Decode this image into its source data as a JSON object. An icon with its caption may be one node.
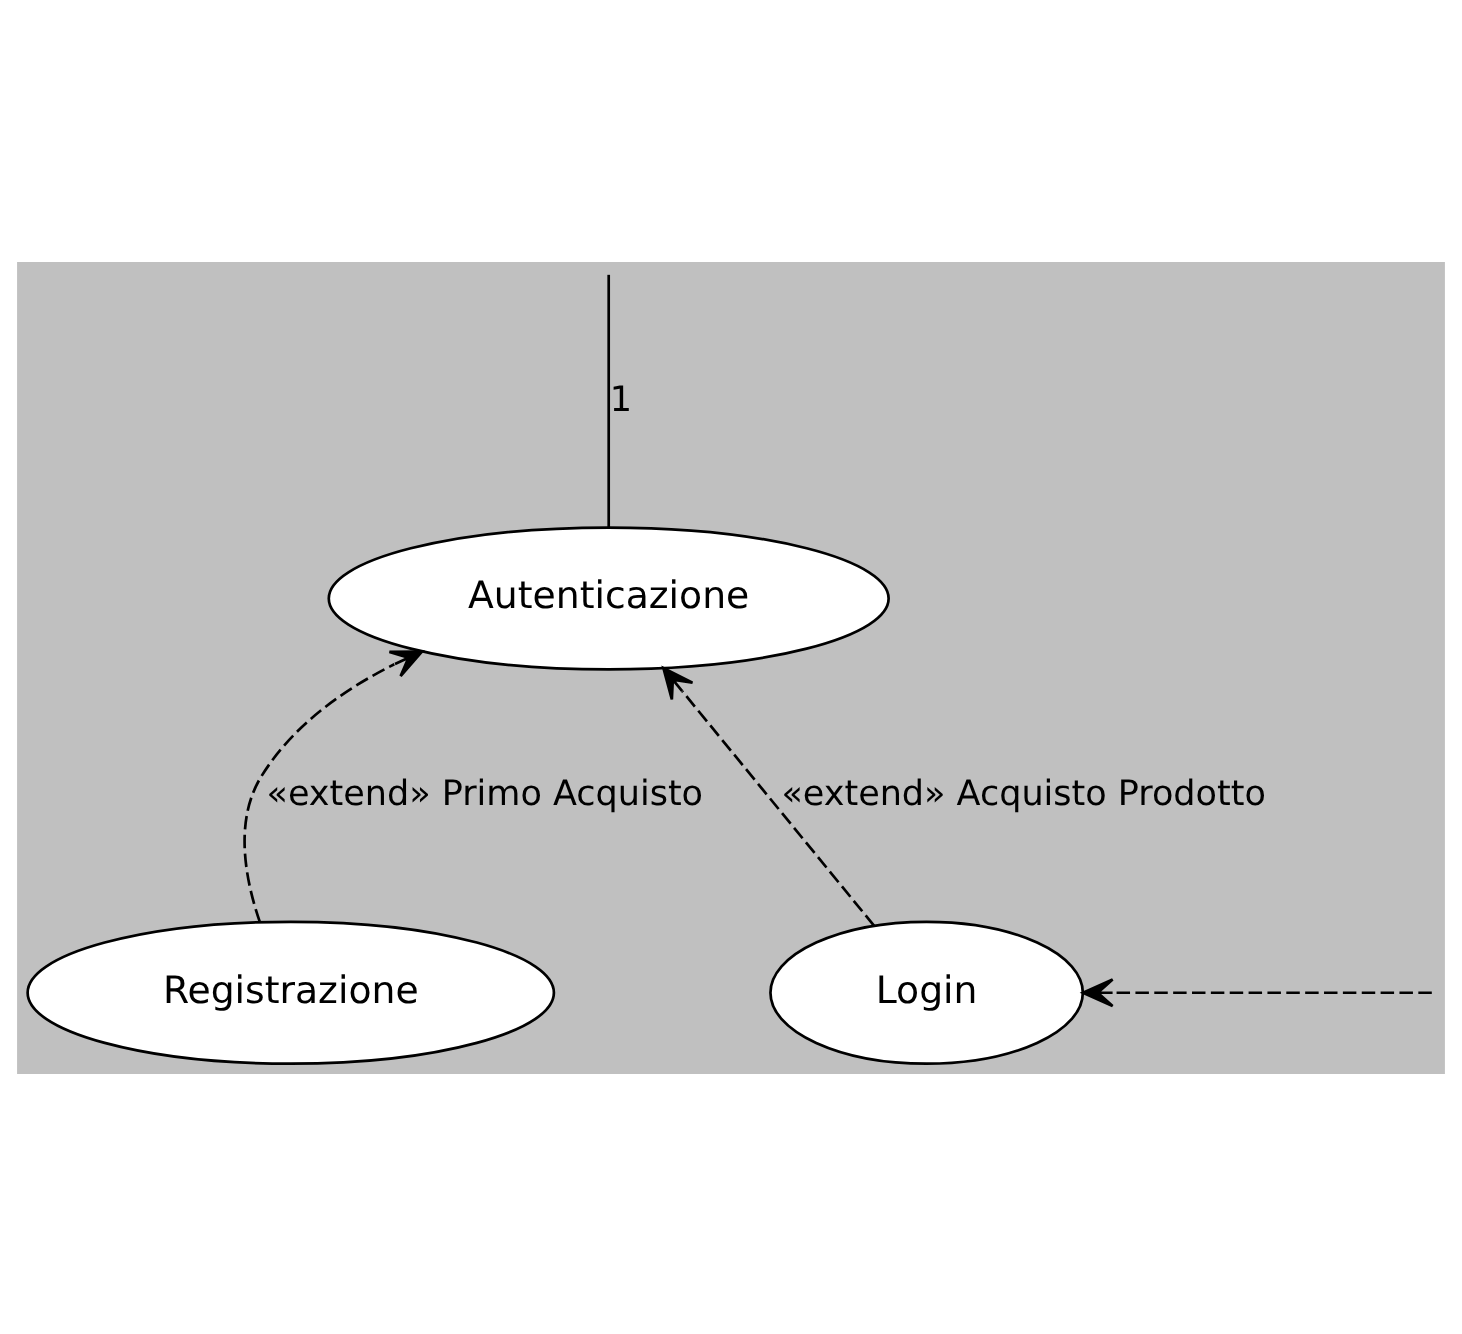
{
  "diagram": {
    "nodes": [
      {
        "text": [
          "Autenticazione"
        ]
      },
      {
        "text": [
          "Registrazione"
        ]
      },
      {
        "text": [
          "Login"
        ]
      }
    ],
    "edges": [
      {
        "from": 0,
        "to": null,
        "arrow": "none",
        "label": "1"
      },
      {
        "from": 1,
        "to": 0,
        "arrow": "to",
        "style": "dashed",
        "label": "«extend» Primo Acquisto"
      },
      {
        "from": 2,
        "to": 0,
        "arrow": "to",
        "style": "dashed",
        "label": "«extend» Acquisto Prodotto"
      },
      {
        "from": null,
        "to": 2,
        "arrow": "to",
        "style": "dashed"
      }
    ]
  }
}
